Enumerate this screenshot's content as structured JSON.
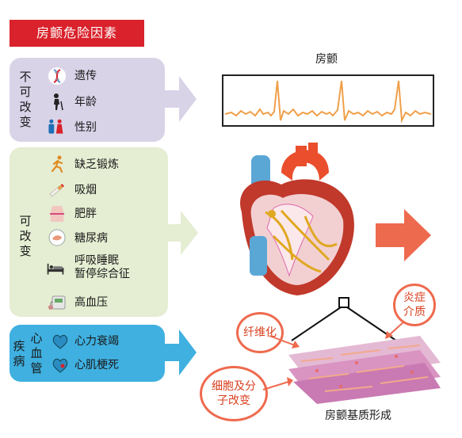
{
  "header": {
    "title": "房颤危险因素"
  },
  "panels": {
    "non_modifiable": {
      "label": "不可改变",
      "items": [
        {
          "icon": "dna-icon",
          "label": "遗传"
        },
        {
          "icon": "elderly-person-icon",
          "label": "年龄"
        },
        {
          "icon": "male-female-icon",
          "label": "性别"
        }
      ]
    },
    "modifiable": {
      "label": "可改变",
      "items": [
        {
          "icon": "running-person-icon",
          "label": "缺乏锻炼"
        },
        {
          "icon": "cigarette-icon",
          "label": "吸烟"
        },
        {
          "icon": "body-waist-icon",
          "label": "肥胖"
        },
        {
          "icon": "pancreas-icon",
          "label": "糖尿病"
        },
        {
          "icon": "sleeping-bed-icon",
          "label": "呼吸睡眠\n暂停综合征"
        },
        {
          "icon": "blood-pressure-monitor-icon",
          "label": "高血压"
        }
      ]
    },
    "disease": {
      "label_left": "疾病",
      "label_right": "心血管",
      "items": [
        {
          "icon": "heart-failure-icon",
          "label": "心力衰竭"
        },
        {
          "icon": "heart-infarction-icon",
          "label": "心肌梗死"
        }
      ]
    }
  },
  "ecg": {
    "title": "房颤"
  },
  "remodeling": {
    "caption": "房颤基质形成",
    "bubbles": [
      "纤维化",
      "炎症介质",
      "细胞及分子改变"
    ]
  },
  "colors": {
    "title_bar": "#d9222b",
    "panel_purple": "#d9d3e8",
    "panel_green": "#e5edd2",
    "panel_blue": "#3fb0e0",
    "ecg_line": "#f0a04a",
    "bubble_border": "#ee6a4e",
    "bubble_text": "#d9401f",
    "orange_arrow": "#ee6a4e"
  }
}
